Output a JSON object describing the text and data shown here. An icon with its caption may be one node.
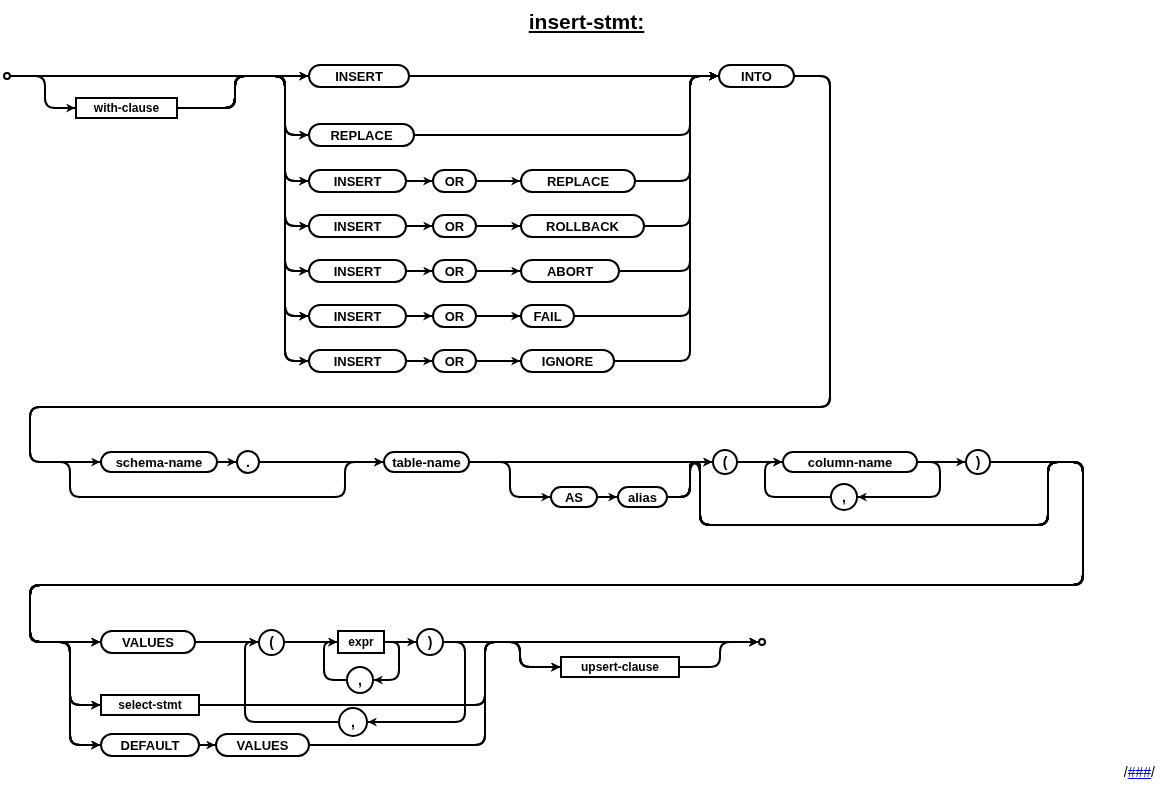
{
  "diagram": {
    "title": "insert-stmt:",
    "nodes": [
      {
        "text": [],
        "shape": "circle"
      },
      {
        "text": [
          "with-clause"
        ]
      },
      {
        "text": [
          "INSERT"
        ]
      },
      {
        "text": [
          "REPLACE"
        ]
      },
      {
        "text": [
          "INSERT"
        ]
      },
      {
        "text": [
          "OR"
        ]
      },
      {
        "text": [
          "REPLACE"
        ]
      },
      {
        "text": [
          "INSERT"
        ]
      },
      {
        "text": [
          "OR"
        ]
      },
      {
        "text": [
          "ROLLBACK"
        ]
      },
      {
        "text": [
          "INSERT"
        ]
      },
      {
        "text": [
          "OR"
        ]
      },
      {
        "text": [
          "ABORT"
        ]
      },
      {
        "text": [
          "INSERT"
        ]
      },
      {
        "text": [
          "OR"
        ]
      },
      {
        "text": [
          "FAIL"
        ]
      },
      {
        "text": [
          "INSERT"
        ]
      },
      {
        "text": [
          "OR"
        ]
      },
      {
        "text": [
          "IGNORE"
        ]
      },
      {
        "text": [
          "INTO"
        ]
      },
      {
        "text": [
          "schema-name"
        ]
      },
      {
        "text": [
          "."
        ]
      },
      {
        "text": [
          "table-name"
        ]
      },
      {
        "text": [
          "AS"
        ]
      },
      {
        "text": [
          "alias"
        ]
      },
      {
        "text": [
          "("
        ]
      },
      {
        "text": [
          "column-name"
        ]
      },
      {
        "text": [
          ","
        ]
      },
      {
        "text": [
          ")"
        ]
      },
      {
        "text": [
          "VALUES"
        ]
      },
      {
        "text": [
          "("
        ]
      },
      {
        "text": [
          "expr"
        ]
      },
      {
        "text": [
          ","
        ]
      },
      {
        "text": [
          ")"
        ]
      },
      {
        "text": [
          ","
        ]
      },
      {
        "text": [
          "select-stmt"
        ]
      },
      {
        "text": [
          "DEFAULT"
        ]
      },
      {
        "text": [
          "VALUES"
        ]
      },
      {
        "text": [
          "upsert-clause"
        ]
      },
      {
        "text": [],
        "shape": "circle"
      }
    ],
    "edges": [
      {
        "from": 0,
        "to": 1,
        "arrow": "to"
      },
      {
        "from": 0,
        "to": 2,
        "arrow": "to"
      },
      {
        "from": 0,
        "to": 3,
        "arrow": "to"
      },
      {
        "from": 0,
        "to": 4,
        "arrow": "to"
      },
      {
        "from": 0,
        "to": 7,
        "arrow": "to"
      },
      {
        "from": 0,
        "to": 10,
        "arrow": "to"
      },
      {
        "from": 0,
        "to": 13,
        "arrow": "to"
      },
      {
        "from": 0,
        "to": 16,
        "arrow": "to"
      },
      {
        "from": 1,
        "to": 2,
        "arrow": "to"
      },
      {
        "from": 1,
        "to": 3,
        "arrow": "to"
      },
      {
        "from": 1,
        "to": 4,
        "arrow": "to"
      },
      {
        "from": 1,
        "to": 7,
        "arrow": "to"
      },
      {
        "from": 1,
        "to": 10,
        "arrow": "to"
      },
      {
        "from": 1,
        "to": 13,
        "arrow": "to"
      },
      {
        "from": 1,
        "to": 16,
        "arrow": "to"
      },
      {
        "from": 2,
        "to": 19,
        "arrow": "to"
      },
      {
        "from": 3,
        "to": 19,
        "arrow": "to"
      },
      {
        "from": 4,
        "to": 5,
        "arrow": "to"
      },
      {
        "from": 5,
        "to": 6,
        "arrow": "to"
      },
      {
        "from": 6,
        "to": 19,
        "arrow": "to"
      },
      {
        "from": 7,
        "to": 8,
        "arrow": "to"
      },
      {
        "from": 8,
        "to": 9,
        "arrow": "to"
      },
      {
        "from": 9,
        "to": 19,
        "arrow": "to"
      },
      {
        "from": 10,
        "to": 11,
        "arrow": "to"
      },
      {
        "from": 11,
        "to": 12,
        "arrow": "to"
      },
      {
        "from": 12,
        "to": 19,
        "arrow": "to"
      },
      {
        "from": 13,
        "to": 14,
        "arrow": "to"
      },
      {
        "from": 14,
        "to": 15,
        "arrow": "to"
      },
      {
        "from": 15,
        "to": 19,
        "arrow": "to"
      },
      {
        "from": 16,
        "to": 17,
        "arrow": "to"
      },
      {
        "from": 17,
        "to": 18,
        "arrow": "to"
      },
      {
        "from": 18,
        "to": 19,
        "arrow": "to"
      },
      {
        "from": 19,
        "to": 20,
        "arrow": "to"
      },
      {
        "from": 19,
        "to": 22,
        "arrow": "to"
      },
      {
        "from": 20,
        "to": 21,
        "arrow": "to"
      },
      {
        "from": 21,
        "to": 22,
        "arrow": "to"
      },
      {
        "from": 22,
        "to": 23,
        "arrow": "to"
      },
      {
        "from": 22,
        "to": 25,
        "arrow": "to"
      },
      {
        "from": 22,
        "to": 29,
        "arrow": "to"
      },
      {
        "from": 22,
        "to": 35,
        "arrow": "to"
      },
      {
        "from": 22,
        "to": 36,
        "arrow": "to"
      },
      {
        "from": 23,
        "to": 24,
        "arrow": "to"
      },
      {
        "from": 24,
        "to": 25,
        "arrow": "to"
      },
      {
        "from": 24,
        "to": 29,
        "arrow": "to"
      },
      {
        "from": 24,
        "to": 35,
        "arrow": "to"
      },
      {
        "from": 24,
        "to": 36,
        "arrow": "to"
      },
      {
        "from": 25,
        "to": 26,
        "arrow": "to"
      },
      {
        "from": 26,
        "to": 27,
        "arrow": "to"
      },
      {
        "from": 27,
        "to": 26,
        "arrow": "to"
      },
      {
        "from": 26,
        "to": 28,
        "arrow": "to"
      },
      {
        "from": 28,
        "to": 29,
        "arrow": "to"
      },
      {
        "from": 28,
        "to": 35,
        "arrow": "to"
      },
      {
        "from": 28,
        "to": 36,
        "arrow": "to"
      },
      {
        "from": 29,
        "to": 30,
        "arrow": "to"
      },
      {
        "from": 30,
        "to": 31,
        "arrow": "to"
      },
      {
        "from": 31,
        "to": 32,
        "arrow": "to"
      },
      {
        "from": 32,
        "to": 31,
        "arrow": "to"
      },
      {
        "from": 31,
        "to": 33,
        "arrow": "to"
      },
      {
        "from": 33,
        "to": 34,
        "arrow": "to"
      },
      {
        "from": 34,
        "to": 30,
        "arrow": "to"
      },
      {
        "from": 33,
        "to": 38,
        "arrow": "to"
      },
      {
        "from": 33,
        "to": 39,
        "arrow": "to"
      },
      {
        "from": 35,
        "to": 38,
        "arrow": "to"
      },
      {
        "from": 35,
        "to": 39,
        "arrow": "to"
      },
      {
        "from": 36,
        "to": 37,
        "arrow": "to"
      },
      {
        "from": 37,
        "to": 38,
        "arrow": "to"
      },
      {
        "from": 37,
        "to": 39,
        "arrow": "to"
      },
      {
        "from": 38,
        "to": 39,
        "arrow": "to"
      }
    ],
    "labels": [
      "/",
      "###",
      "/"
    ]
  }
}
